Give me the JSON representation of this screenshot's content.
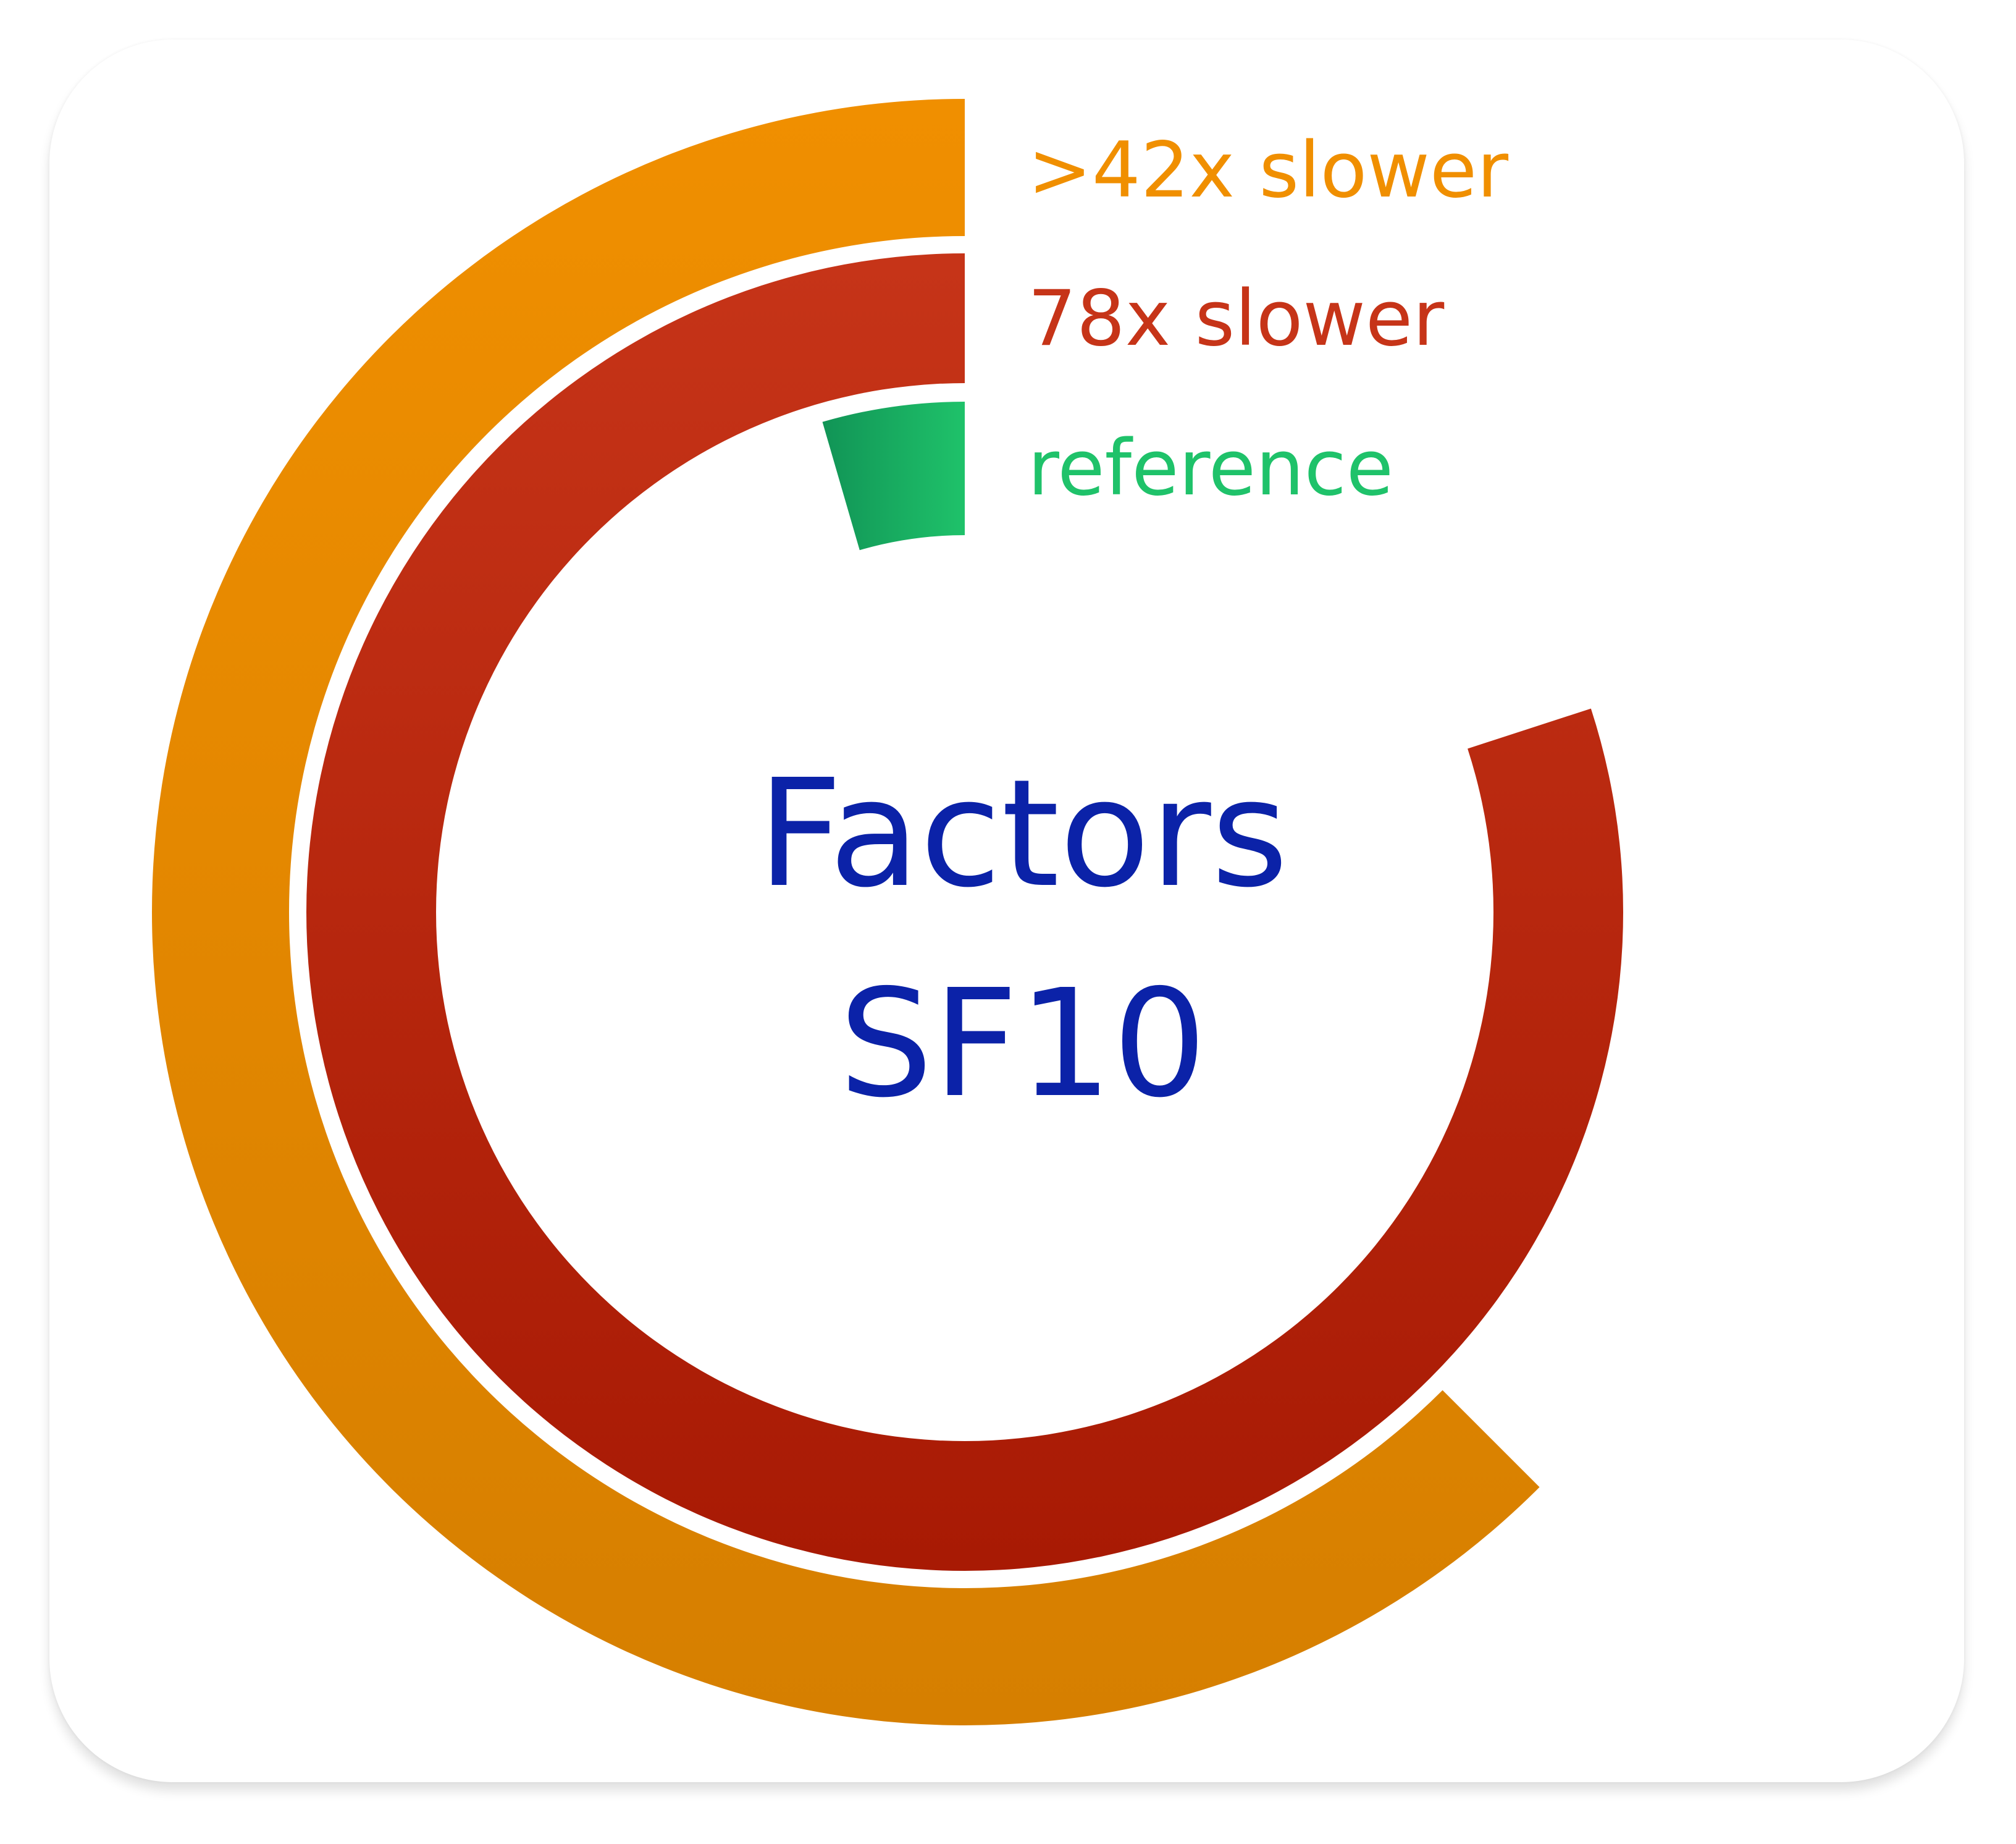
{
  "chart_data": {
    "type": "radial-bar",
    "center_title": [
      "Factors",
      "SF10"
    ],
    "series": [
      {
        "label": ">42x slower",
        "value": 0.625,
        "color_top": "#f08f00",
        "color_bottom": "#d67f00"
      },
      {
        "label": "78x slower",
        "value": 0.8,
        "color_top": "#c63418",
        "color_bottom": "#a81a04"
      },
      {
        "label": "reference",
        "value": 0.045,
        "color_top": "#1fc26a",
        "color_bottom": "#119456"
      }
    ],
    "max_value": 1,
    "direction": "counterclockwise",
    "title_color": "#0b22a8"
  }
}
